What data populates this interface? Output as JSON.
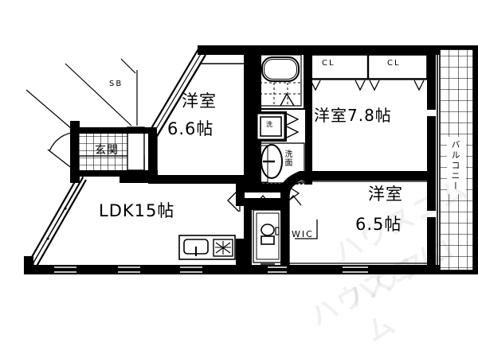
{
  "plan": {
    "type": "japanese-apartment-floor-plan",
    "layout_code": "3LDK",
    "rooms": [
      {
        "id": "ldk",
        "name_line1": "LDK15帖",
        "name_line2": "",
        "size_jo": 15,
        "label": "LDK15帖"
      },
      {
        "id": "washitsu1",
        "name_line1": "洋室",
        "name_line2": "6.6帖",
        "size_jo": 6.6,
        "label": "洋室 6.6帖"
      },
      {
        "id": "washitsu2",
        "name_line1": "洋室7.8帖",
        "name_line2": "",
        "size_jo": 7.8,
        "label": "洋室7.8帖"
      },
      {
        "id": "washitsu3",
        "name_line1": "洋室",
        "name_line2": "6.5帖",
        "size_jo": 6.5,
        "label": "洋室 6.5帖"
      }
    ],
    "labels": {
      "ldk": "LDK15帖",
      "room_66_top": "洋室",
      "room_66_bottom": "6.6帖",
      "room_78": "洋室7.8帖",
      "room_65_top": "洋室",
      "room_65_bottom": "6.5帖",
      "genkan": "玄関",
      "shoe_box": "SB",
      "closet_1": "CL",
      "closet_2": "CL",
      "walk_in_closet": "WIC",
      "washer": "洗",
      "washbasin": "洗面",
      "balcony": "バルコニー"
    },
    "watermark": "ハウスコム",
    "colors": {
      "wall": "#000000",
      "background": "#ffffff",
      "line": "#000000"
    }
  }
}
